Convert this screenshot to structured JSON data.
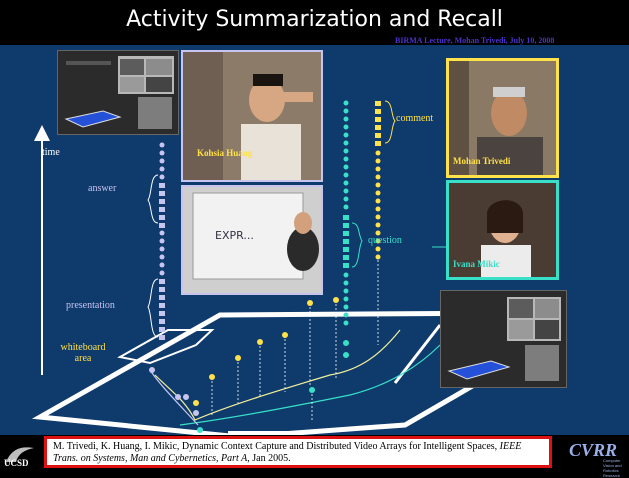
{
  "slide": {
    "title": "Activity Summarization and Recall",
    "subtitle": "BIRMA Lecture, Mohan Trivedi, July 10, 2008"
  },
  "labels": {
    "time": "time",
    "answer": "answer",
    "presentation": "presentation",
    "whiteboard_area": "whiteboard area",
    "comment": "comment",
    "question": "question"
  },
  "people": {
    "kohsia": "Kohsia Huang",
    "mohan": "Mohan Trivedi",
    "ivana": "Ivana Mikic"
  },
  "citation": {
    "authors": "M. Trivedi, K. Huang, I. Mikic, Dynamic Context Capture and Distributed Video Arrays for Intelligent Spaces,",
    "journal": "IEEE Trans. on Systems, Man and Cybernetics, Part A",
    "date": ", Jan 2005."
  },
  "logos": {
    "left": "UCSD",
    "right": "CVRR",
    "right_sub": "Computer Vision and Robotics Research"
  },
  "colors": {
    "background": "#0f3a6c",
    "accent_yellow": "#ffe14a",
    "accent_cyan": "#38e0c8",
    "accent_lavender": "#c8c4f0",
    "citation_border": "#dd1111"
  }
}
